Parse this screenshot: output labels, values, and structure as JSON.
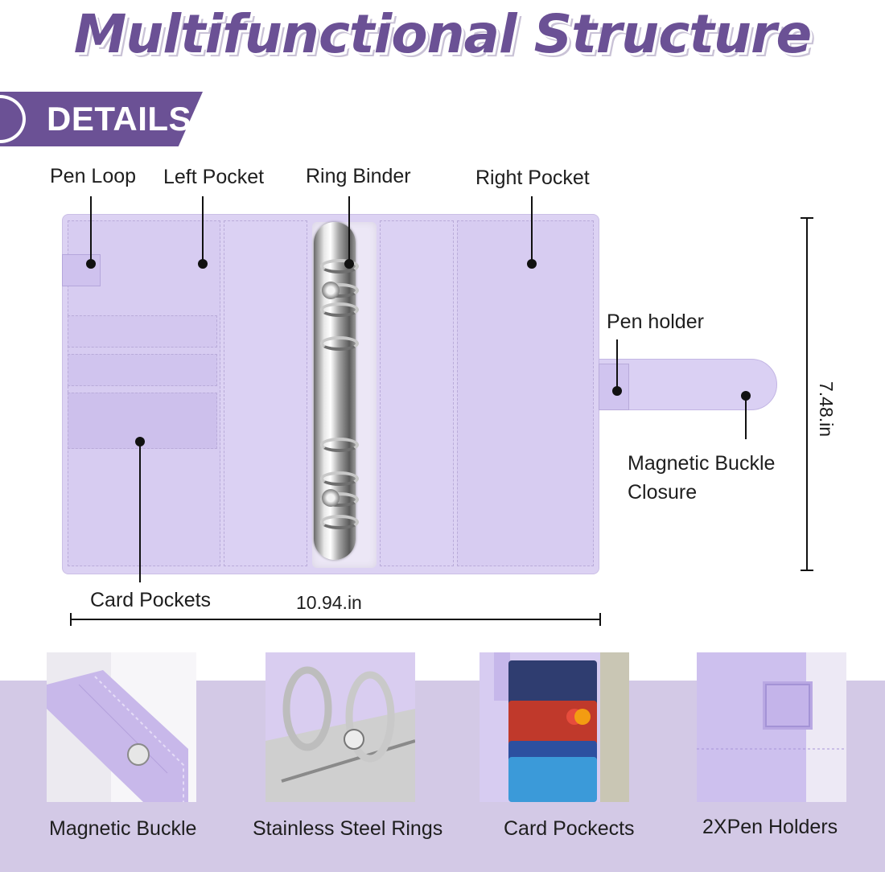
{
  "title": "Multifunctional Structure",
  "banner": {
    "text": "DETAILS"
  },
  "callouts": {
    "pen_loop": "Pen Loop",
    "left_pocket": "Left Pocket",
    "ring_binder": "Ring Binder",
    "right_pocket": "Right Pocket",
    "pen_holder": "Pen holder",
    "magnetic_buckle_closure": "Magnetic Buckle Closure",
    "card_pockets": "Card Pockets"
  },
  "dimensions": {
    "width": "10.94.in",
    "height": "7.48.in"
  },
  "features": [
    {
      "label": "Magnetic Buckle"
    },
    {
      "label": "Stainless Steel Rings"
    },
    {
      "label": "Card Pockects"
    },
    {
      "label": "2XPen Holders"
    }
  ],
  "colors": {
    "brand_purple": "#6b5195",
    "binder_lilac": "#dcd2f3",
    "band_lilac": "#d3c9e6"
  }
}
